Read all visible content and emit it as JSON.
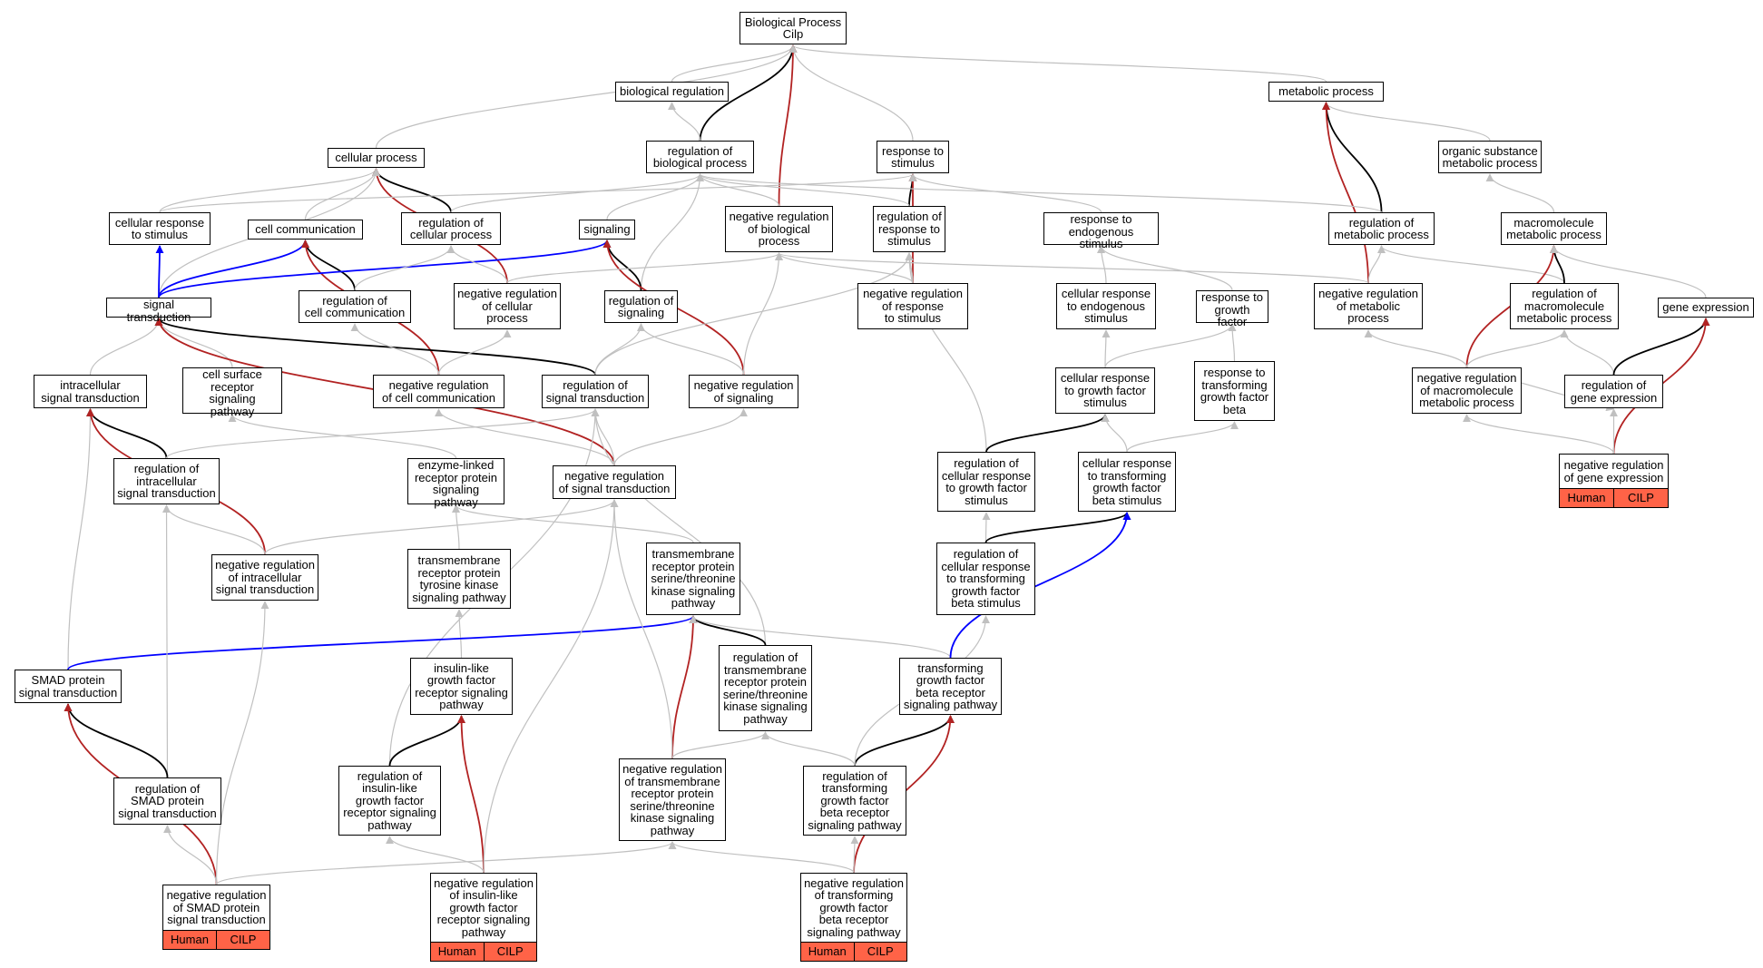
{
  "colors": {
    "is_a": "#c0c0c0",
    "part_of": "#000000",
    "negatively_regulates": "#b22222",
    "positively_regulates": "#0000ff",
    "annotated_fill": "#ff6347"
  },
  "nodes": [
    {
      "id": "root",
      "label": "Biological Process\nCilp"
    },
    {
      "id": "bioreg",
      "label": "biological regulation"
    },
    {
      "id": "metab",
      "label": "metabolic process"
    },
    {
      "id": "cellproc",
      "label": "cellular process"
    },
    {
      "id": "regbio",
      "label": "regulation of\nbiological process"
    },
    {
      "id": "resp",
      "label": "response to\nstimulus"
    },
    {
      "id": "orgsub",
      "label": "organic substance\nmetabolic process"
    },
    {
      "id": "cellresp",
      "label": "cellular response\nto stimulus"
    },
    {
      "id": "cellcomm",
      "label": "cell communication"
    },
    {
      "id": "regcell",
      "label": "regulation of\ncellular process"
    },
    {
      "id": "signaling",
      "label": "signaling"
    },
    {
      "id": "negbio",
      "label": "negative regulation\nof biological\nprocess"
    },
    {
      "id": "regresp",
      "label": "regulation of\nresponse to\nstimulus"
    },
    {
      "id": "respendo",
      "label": "response to\nendogenous stimulus"
    },
    {
      "id": "regmetab",
      "label": "regulation of\nmetabolic process"
    },
    {
      "id": "macro",
      "label": "macromolecule\nmetabolic process"
    },
    {
      "id": "sigtrans",
      "label": "signal transduction"
    },
    {
      "id": "regcellcomm",
      "label": "regulation of\ncell communication"
    },
    {
      "id": "negcell",
      "label": "negative regulation\nof cellular\nprocess"
    },
    {
      "id": "regsig",
      "label": "regulation of\nsignaling"
    },
    {
      "id": "negresp",
      "label": "negative regulation\nof response\nto stimulus"
    },
    {
      "id": "cellrespendo",
      "label": "cellular response\nto endogenous\nstimulus"
    },
    {
      "id": "respgf",
      "label": "response to\ngrowth factor"
    },
    {
      "id": "negmetab",
      "label": "negative regulation\nof metabolic\nprocess"
    },
    {
      "id": "regmacro",
      "label": "regulation of\nmacromolecule\nmetabolic process"
    },
    {
      "id": "geneexp",
      "label": "gene expression"
    },
    {
      "id": "intrasig",
      "label": "intracellular\nsignal transduction"
    },
    {
      "id": "cellsurf",
      "label": "cell surface\nreceptor signaling\npathway"
    },
    {
      "id": "negcellcomm",
      "label": "negative regulation\nof cell communication"
    },
    {
      "id": "regsigtrans",
      "label": "regulation of\nsignal transduction"
    },
    {
      "id": "negsig",
      "label": "negative regulation\nof signaling"
    },
    {
      "id": "cellrespgf",
      "label": "cellular response\nto growth factor\nstimulus"
    },
    {
      "id": "resptgfb",
      "label": "response to\ntransforming\ngrowth factor\nbeta"
    },
    {
      "id": "negmacro",
      "label": "negative regulation\nof macromolecule\nmetabolic process"
    },
    {
      "id": "reggeneexp",
      "label": "regulation of\ngene expression"
    },
    {
      "id": "regintra",
      "label": "regulation of\nintracellular\nsignal transduction"
    },
    {
      "id": "enzyme",
      "label": "enzyme-linked\nreceptor protein\nsignaling pathway"
    },
    {
      "id": "negsigtrans",
      "label": "negative regulation\nof signal transduction"
    },
    {
      "id": "regcellrespgf",
      "label": "regulation of\ncellular response\nto growth factor\nstimulus"
    },
    {
      "id": "cellresptgfb",
      "label": "cellular response\nto transforming\ngrowth factor\nbeta stimulus"
    },
    {
      "id": "neggeneexp",
      "label": "negative regulation\nof gene expression",
      "annotation": [
        "Human",
        "CILP"
      ]
    },
    {
      "id": "negintra",
      "label": "negative regulation\nof intracellular\nsignal transduction"
    },
    {
      "id": "rtk",
      "label": "transmembrane\nreceptor protein\ntyrosine kinase\nsignaling pathway"
    },
    {
      "id": "tmser",
      "label": "transmembrane\nreceptor protein\nserine/threonine\nkinase signaling\npathway"
    },
    {
      "id": "regcellresptgfb",
      "label": "regulation of\ncellular response\nto transforming\ngrowth factor\nbeta stimulus"
    },
    {
      "id": "smad",
      "label": "SMAD protein\nsignal transduction"
    },
    {
      "id": "igf",
      "label": "insulin-like\ngrowth factor\nreceptor signaling\npathway"
    },
    {
      "id": "regtmser",
      "label": "regulation of\ntransmembrane\nreceptor protein\nserine/threonine\nkinase signaling\npathway"
    },
    {
      "id": "tgfb",
      "label": "transforming\ngrowth factor\nbeta receptor\nsignaling pathway"
    },
    {
      "id": "regsmad",
      "label": "regulation of\nSMAD protein\nsignal transduction"
    },
    {
      "id": "regigf",
      "label": "regulation of\ninsulin-like\ngrowth factor\nreceptor signaling\npathway"
    },
    {
      "id": "negtmser",
      "label": "negative regulation\nof transmembrane\nreceptor protein\nserine/threonine\nkinase signaling\npathway"
    },
    {
      "id": "regtgfb",
      "label": "regulation of\ntransforming\ngrowth factor\nbeta receptor\nsignaling pathway"
    },
    {
      "id": "negsmad",
      "label": "negative regulation\nof SMAD protein\nsignal transduction",
      "annotation": [
        "Human",
        "CILP"
      ]
    },
    {
      "id": "negigf",
      "label": "negative regulation\nof insulin-like\ngrowth factor\nreceptor signaling\npathway",
      "annotation": [
        "Human",
        "CILP"
      ]
    },
    {
      "id": "negtgfb",
      "label": "negative regulation\nof transforming\ngrowth factor\nbeta receptor\nsignaling pathway",
      "annotation": [
        "Human",
        "CILP"
      ]
    }
  ],
  "edges": [
    {
      "from": "bioreg",
      "to": "root",
      "type": "is_a"
    },
    {
      "from": "metab",
      "to": "root",
      "type": "is_a"
    },
    {
      "from": "cellproc",
      "to": "root",
      "type": "is_a"
    },
    {
      "from": "regbio",
      "to": "root",
      "type": "part_of"
    },
    {
      "from": "negbio",
      "to": "root",
      "type": "negatively_regulates"
    },
    {
      "from": "resp",
      "to": "root",
      "type": "is_a"
    },
    {
      "from": "regbio",
      "to": "bioreg",
      "type": "is_a"
    },
    {
      "from": "orgsub",
      "to": "metab",
      "type": "is_a"
    },
    {
      "from": "regmetab",
      "to": "metab",
      "type": "part_of"
    },
    {
      "from": "negmetab",
      "to": "metab",
      "type": "negatively_regulates"
    },
    {
      "from": "cellresp",
      "to": "cellproc",
      "type": "is_a"
    },
    {
      "from": "cellcomm",
      "to": "cellproc",
      "type": "is_a"
    },
    {
      "from": "regcell",
      "to": "cellproc",
      "type": "part_of"
    },
    {
      "from": "negcell",
      "to": "cellproc",
      "type": "negatively_regulates"
    },
    {
      "from": "sigtrans",
      "to": "cellproc",
      "type": "is_a"
    },
    {
      "from": "cellresp",
      "to": "resp",
      "type": "is_a"
    },
    {
      "from": "regresp",
      "to": "resp",
      "type": "part_of"
    },
    {
      "from": "negresp",
      "to": "resp",
      "type": "negatively_regulates"
    },
    {
      "from": "respendo",
      "to": "resp",
      "type": "is_a"
    },
    {
      "from": "regcell",
      "to": "regbio",
      "type": "is_a"
    },
    {
      "from": "signaling",
      "to": "regbio",
      "type": "is_a"
    },
    {
      "from": "negbio",
      "to": "regbio",
      "type": "is_a"
    },
    {
      "from": "regresp",
      "to": "regbio",
      "type": "is_a"
    },
    {
      "from": "regmetab",
      "to": "regbio",
      "type": "is_a"
    },
    {
      "from": "regsig",
      "to": "regbio",
      "type": "is_a"
    },
    {
      "from": "macro",
      "to": "orgsub",
      "type": "is_a"
    },
    {
      "from": "sigtrans",
      "to": "cellresp",
      "type": "positively_regulates"
    },
    {
      "from": "sigtrans",
      "to": "cellcomm",
      "type": "positively_regulates"
    },
    {
      "from": "regcellcomm",
      "to": "cellcomm",
      "type": "part_of"
    },
    {
      "from": "negcellcomm",
      "to": "cellcomm",
      "type": "negatively_regulates"
    },
    {
      "from": "sigtrans",
      "to": "signaling",
      "type": "positively_regulates"
    },
    {
      "from": "regsig",
      "to": "signaling",
      "type": "part_of"
    },
    {
      "from": "negsig",
      "to": "signaling",
      "type": "negatively_regulates"
    },
    {
      "from": "regcellcomm",
      "to": "regcell",
      "type": "is_a"
    },
    {
      "from": "negcell",
      "to": "regcell",
      "type": "is_a"
    },
    {
      "from": "negcell",
      "to": "negbio",
      "type": "is_a"
    },
    {
      "from": "negresp",
      "to": "negbio",
      "type": "is_a"
    },
    {
      "from": "negmetab",
      "to": "negbio",
      "type": "is_a"
    },
    {
      "from": "negsig",
      "to": "negbio",
      "type": "is_a"
    },
    {
      "from": "negresp",
      "to": "regresp",
      "type": "is_a"
    },
    {
      "from": "regsigtrans",
      "to": "regresp",
      "type": "is_a"
    },
    {
      "from": "regcellrespgf",
      "to": "regresp",
      "type": "is_a"
    },
    {
      "from": "cellrespendo",
      "to": "respendo",
      "type": "is_a"
    },
    {
      "from": "respgf",
      "to": "respendo",
      "type": "is_a"
    },
    {
      "from": "negmetab",
      "to": "regmetab",
      "type": "is_a"
    },
    {
      "from": "regmacro",
      "to": "regmetab",
      "type": "is_a"
    },
    {
      "from": "regmacro",
      "to": "macro",
      "type": "part_of"
    },
    {
      "from": "negmacro",
      "to": "macro",
      "type": "negatively_regulates"
    },
    {
      "from": "geneexp",
      "to": "macro",
      "type": "is_a"
    },
    {
      "from": "intrasig",
      "to": "sigtrans",
      "type": "is_a"
    },
    {
      "from": "cellsurf",
      "to": "sigtrans",
      "type": "is_a"
    },
    {
      "from": "regsigtrans",
      "to": "sigtrans",
      "type": "part_of"
    },
    {
      "from": "negsigtrans",
      "to": "sigtrans",
      "type": "negatively_regulates"
    },
    {
      "from": "negcellcomm",
      "to": "regcellcomm",
      "type": "is_a"
    },
    {
      "from": "negcellcomm",
      "to": "negcell",
      "type": "is_a"
    },
    {
      "from": "regsigtrans",
      "to": "regsig",
      "type": "is_a"
    },
    {
      "from": "negsig",
      "to": "regsig",
      "type": "is_a"
    },
    {
      "from": "cellrespgf",
      "to": "cellrespendo",
      "type": "is_a"
    },
    {
      "from": "cellrespgf",
      "to": "respgf",
      "type": "is_a"
    },
    {
      "from": "resptgfb",
      "to": "respgf",
      "type": "is_a"
    },
    {
      "from": "negmacro",
      "to": "negmetab",
      "type": "is_a"
    },
    {
      "from": "negmacro",
      "to": "regmacro",
      "type": "is_a"
    },
    {
      "from": "reggeneexp",
      "to": "regmacro",
      "type": "is_a"
    },
    {
      "from": "reggeneexp",
      "to": "geneexp",
      "type": "part_of"
    },
    {
      "from": "neggeneexp",
      "to": "geneexp",
      "type": "negatively_regulates"
    },
    {
      "from": "smad",
      "to": "intrasig",
      "type": "is_a"
    },
    {
      "from": "regintra",
      "to": "intrasig",
      "type": "part_of"
    },
    {
      "from": "negintra",
      "to": "intrasig",
      "type": "negatively_regulates"
    },
    {
      "from": "enzyme",
      "to": "cellsurf",
      "type": "is_a"
    },
    {
      "from": "negsigtrans",
      "to": "negcellcomm",
      "type": "is_a"
    },
    {
      "from": "negsigtrans",
      "to": "regsigtrans",
      "type": "is_a"
    },
    {
      "from": "negsigtrans",
      "to": "negsig",
      "type": "is_a"
    },
    {
      "from": "regtmser",
      "to": "regsigtrans",
      "type": "is_a"
    },
    {
      "from": "regigf",
      "to": "regsigtrans",
      "type": "is_a"
    },
    {
      "from": "negresp",
      "to": "regresp",
      "type": "is_a"
    },
    {
      "from": "regcellrespgf",
      "to": "cellrespgf",
      "type": "part_of"
    },
    {
      "from": "cellresptgfb",
      "to": "cellrespgf",
      "type": "is_a"
    },
    {
      "from": "cellresptgfb",
      "to": "resptgfb",
      "type": "is_a"
    },
    {
      "from": "negmacro",
      "to": "reggeneexp",
      "type": "is_a"
    },
    {
      "from": "neggeneexp",
      "to": "negmacro",
      "type": "is_a"
    },
    {
      "from": "neggeneexp",
      "to": "reggeneexp",
      "type": "is_a"
    },
    {
      "from": "regintra",
      "to": "regsigtrans",
      "type": "is_a"
    },
    {
      "from": "negintra",
      "to": "regintra",
      "type": "is_a"
    },
    {
      "from": "negintra",
      "to": "negsigtrans",
      "type": "is_a"
    },
    {
      "from": "rtk",
      "to": "enzyme",
      "type": "is_a"
    },
    {
      "from": "tmser",
      "to": "enzyme",
      "type": "is_a"
    },
    {
      "from": "regcellresptgfb",
      "to": "regcellrespgf",
      "type": "is_a"
    },
    {
      "from": "regcellresptgfb",
      "to": "cellresptgfb",
      "type": "part_of"
    },
    {
      "from": "igf",
      "to": "rtk",
      "type": "is_a"
    },
    {
      "from": "smad",
      "to": "tmser",
      "type": "positively_regulates"
    },
    {
      "from": "regtmser",
      "to": "tmser",
      "type": "part_of"
    },
    {
      "from": "negtmser",
      "to": "tmser",
      "type": "negatively_regulates"
    },
    {
      "from": "tgfb",
      "to": "tmser",
      "type": "is_a"
    },
    {
      "from": "tgfb",
      "to": "cellresptgfb",
      "type": "positively_regulates"
    },
    {
      "from": "regsmad",
      "to": "regintra",
      "type": "is_a"
    },
    {
      "from": "regsmad",
      "to": "smad",
      "type": "part_of"
    },
    {
      "from": "negsmad",
      "to": "smad",
      "type": "negatively_regulates"
    },
    {
      "from": "negsmad",
      "to": "regsmad",
      "type": "is_a"
    },
    {
      "from": "negsmad",
      "to": "negintra",
      "type": "is_a"
    },
    {
      "from": "negsmad",
      "to": "negtmser",
      "type": "is_a"
    },
    {
      "from": "regigf",
      "to": "igf",
      "type": "part_of"
    },
    {
      "from": "negigf",
      "to": "igf",
      "type": "negatively_regulates"
    },
    {
      "from": "negigf",
      "to": "regigf",
      "type": "is_a"
    },
    {
      "from": "negigf",
      "to": "negsigtrans",
      "type": "is_a"
    },
    {
      "from": "negtmser",
      "to": "regtmser",
      "type": "is_a"
    },
    {
      "from": "negtmser",
      "to": "negsigtrans",
      "type": "is_a"
    },
    {
      "from": "regtgfb",
      "to": "tgfb",
      "type": "part_of"
    },
    {
      "from": "regtgfb",
      "to": "regtmser",
      "type": "is_a"
    },
    {
      "from": "regtgfb",
      "to": "regcellresptgfb",
      "type": "is_a"
    },
    {
      "from": "negtgfb",
      "to": "tgfb",
      "type": "negatively_regulates"
    },
    {
      "from": "negtgfb",
      "to": "regtgfb",
      "type": "is_a"
    },
    {
      "from": "negtgfb",
      "to": "negtmser",
      "type": "is_a"
    }
  ]
}
